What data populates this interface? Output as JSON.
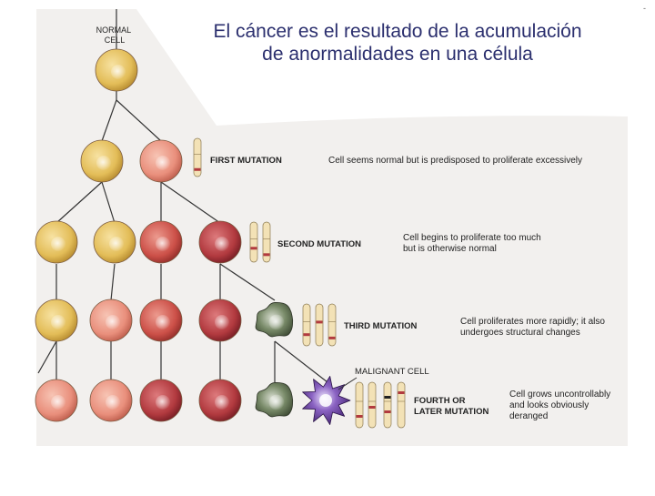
{
  "slide": {
    "title": "El cáncer es el resultado de la acumulación de anormalidades en una célula",
    "corner_mark": "-"
  },
  "diagram": {
    "normal_cell_label": [
      "NORMAL",
      "CELL"
    ],
    "malignant_label": "MALIGNANT CELL",
    "mutations": [
      {
        "label": [
          "FIRST MUTATION"
        ],
        "description": [
          "Cell seems normal but is predisposed to proliferate excessively"
        ]
      },
      {
        "label": [
          "SECOND MUTATION"
        ],
        "description": [
          "Cell begins to proliferate too much",
          "but is otherwise normal"
        ]
      },
      {
        "label": [
          "THIRD MUTATION"
        ],
        "description": [
          "Cell proliferates more rapidly; it also",
          "undergoes structural changes"
        ]
      },
      {
        "label": [
          "FOURTH OR",
          "LATER MUTATION"
        ],
        "description": [
          "Cell grows uncontrollably",
          "and looks obviously",
          "deranged"
        ]
      }
    ]
  },
  "colors": {
    "title": "#2b2f6e",
    "normal_cell": "#e3bd58",
    "pink_cell": "#e98f7c",
    "red_cell": "#cc5048",
    "deep_red_cell": "#b23a3f",
    "green_cell": "#788a68",
    "malignant_cell": "#5a3490",
    "background_panel": "#f2f0ee",
    "line": "#333333"
  }
}
